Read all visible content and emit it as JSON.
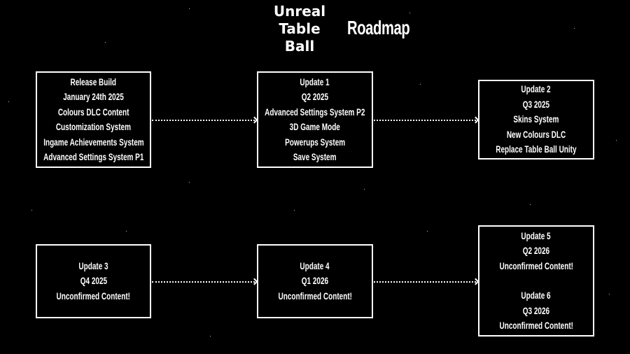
{
  "title": {
    "lines": [
      "Unreal",
      "Table",
      "Ball"
    ],
    "subtitle": "Roadmap"
  },
  "milestones": [
    {
      "lines": [
        "Release Build",
        "January 24th 2025",
        "Colours DLC Content",
        "Customization System",
        "Ingame Achievements System",
        "Advanced Settings System P1"
      ]
    },
    {
      "lines": [
        "Update 1",
        "Q2 2025",
        "Advanced Settings System P2",
        "3D Game Mode",
        "Powerups System",
        "Save System"
      ]
    },
    {
      "lines": [
        "Update 2",
        "Q3 2025",
        "Skins System",
        "New Colours DLC",
        "Replace Table Ball Unity"
      ]
    },
    {
      "lines": [
        "Update 3",
        "Q4 2025",
        "Unconfirmed Content!"
      ]
    },
    {
      "lines": [
        "Update 4",
        "Q1 2026",
        "Unconfirmed Content!"
      ]
    },
    {
      "lines": [
        "Update 5",
        "Q2 2026",
        "Unconfirmed Content!"
      ],
      "lines2": [
        "Update 6",
        "Q3 2026",
        "Unconfirmed Content!"
      ]
    }
  ]
}
